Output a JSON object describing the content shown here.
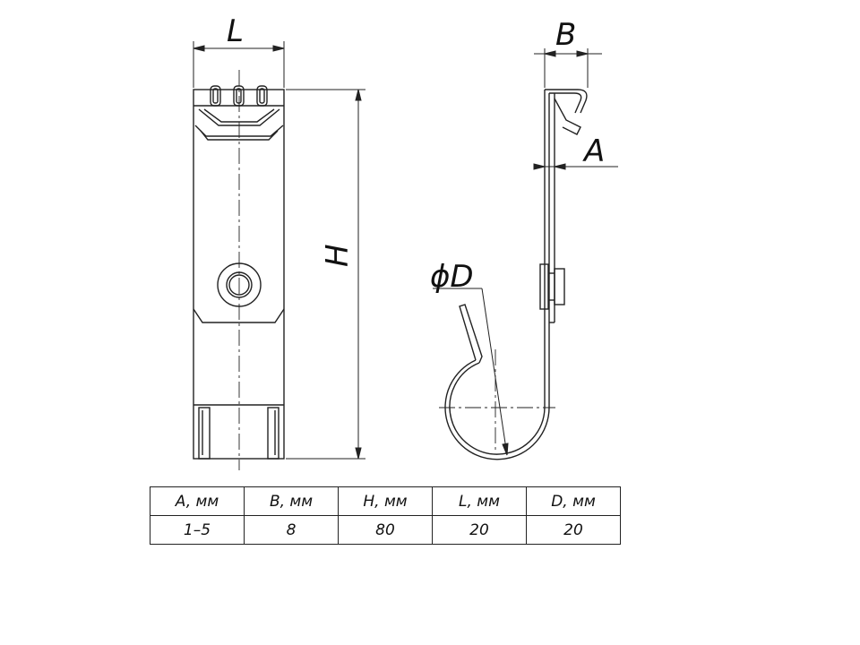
{
  "dimensions": {
    "L": "L",
    "B": "B",
    "A": "A",
    "H": "H",
    "D": "ϕD"
  },
  "table": {
    "headers": [
      "A, мм",
      "B, мм",
      "H, мм",
      "L, мм",
      "D, мм"
    ],
    "values": [
      "1–5",
      "8",
      "80",
      "20",
      "20"
    ]
  }
}
